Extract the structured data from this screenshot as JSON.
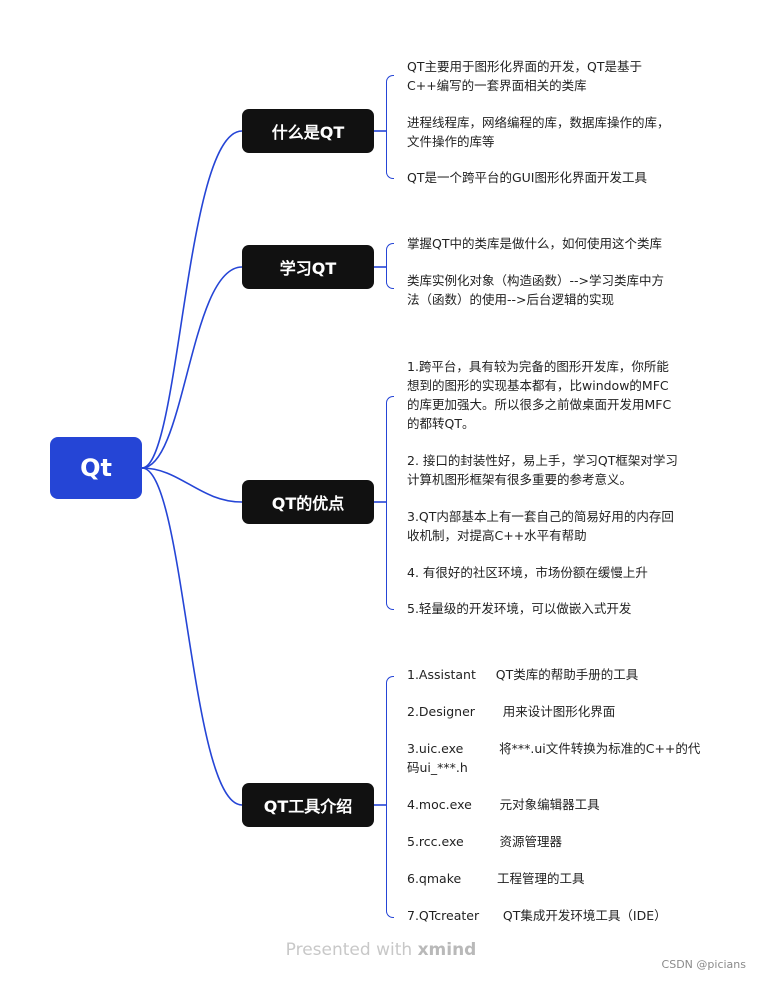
{
  "root": {
    "label": "Qt"
  },
  "branches": [
    {
      "label": "什么是QT",
      "items": [
        "QT主要用于图形化界面的开发，QT是基于\nC++编写的一套界面相关的类库",
        "进程线程库，网络编程的库，数据库操作的库，\n文件操作的库等",
        "QT是一个跨平台的GUI图形化界面开发工具"
      ]
    },
    {
      "label": "学习QT",
      "items": [
        "掌握QT中的类库是做什么，如何使用这个类库",
        "类库实例化对象（构造函数）-->学习类库中方\n法（函数）的使用-->后台逻辑的实现"
      ]
    },
    {
      "label": "QT的优点",
      "items": [
        "1.跨平台，具有较为完备的图形开发库，你所能\n想到的图形的实现基本都有，比window的MFC\n的库更加强大。所以很多之前做桌面开发用MFC\n的都转QT。",
        "2. 接口的封装性好，易上手，学习QT框架对学习\n计算机图形框架有很多重要的参考意义。",
        "3.QT内部基本上有一套自己的简易好用的内存回\n收机制，对提高C++水平有帮助",
        "4. 有很好的社区环境，市场份额在缓慢上升",
        "5.轻量级的开发环境，可以做嵌入式开发"
      ]
    },
    {
      "label": "QT工具介绍",
      "items": [
        "1.Assistant     QT类库的帮助手册的工具",
        "2.Designer       用来设计图形化界面",
        "3.uic.exe         将***.ui文件转换为标准的C++的代\n码ui_***.h",
        "4.moc.exe       元对象编辑器工具",
        "5.rcc.exe         资源管理器",
        "6.qmake         工程管理的工具",
        "7.QTcreater      QT集成开发环境工具（IDE）"
      ]
    }
  ],
  "footer": {
    "presented_prefix": "Presented with",
    "presented_brand": "xmind",
    "credit": "CSDN @picians"
  },
  "colors": {
    "accent": "#2545d6",
    "topic_bg": "#111111"
  }
}
